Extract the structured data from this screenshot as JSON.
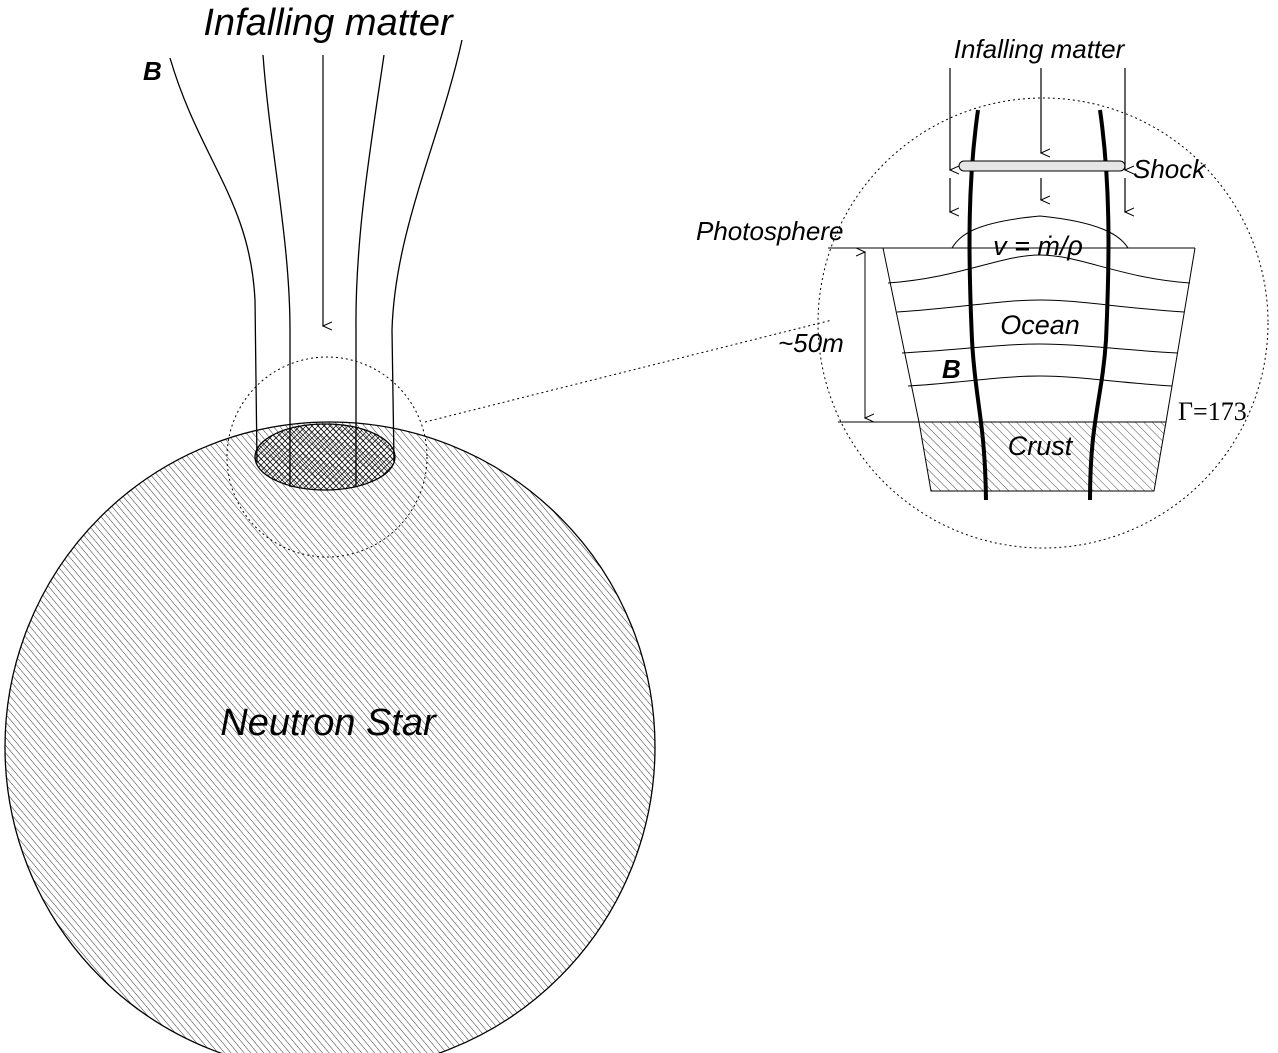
{
  "main_view": {
    "title": "Infalling matter",
    "field_label": "B",
    "star_label": "Neutron Star"
  },
  "zoom_view": {
    "title": "Infalling matter",
    "shock_label": "Shock",
    "photosphere_label": "Photosphere",
    "velocity_label": "v = ṁ/ρ",
    "ocean_label": "Ocean",
    "field_label": "B",
    "depth_label": "~50m",
    "gamma_label": "Γ=173",
    "crust_label": "Crust"
  },
  "colors": {
    "ink": "#000000",
    "background": "#ffffff",
    "shock_fill": "#e6e6e6"
  }
}
